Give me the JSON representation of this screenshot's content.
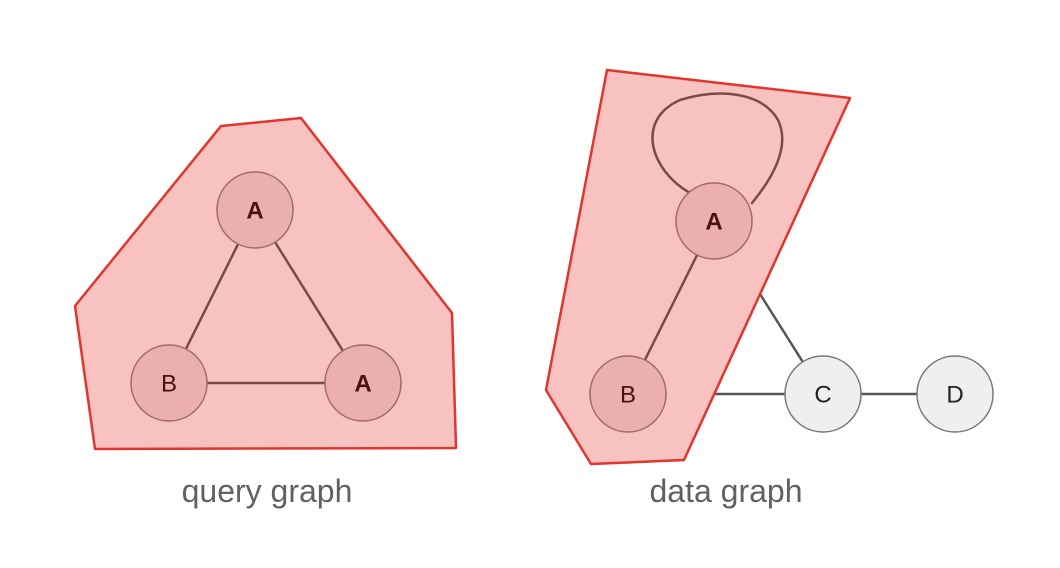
{
  "colors": {
    "region_fill": "#f8c2c0",
    "region_stroke": "#e0362c",
    "matched_node_fill": "#ebb0ae",
    "matched_node_stroke": "#9c6a68",
    "matched_edge": "#7a4a48",
    "matched_label": "#4a0f0f",
    "plain_node_fill": "#efefef",
    "plain_node_stroke": "#777777",
    "plain_edge": "#555555",
    "plain_label": "#222222",
    "caption": "#616161"
  },
  "query_graph": {
    "caption": "query graph",
    "nodes": [
      {
        "id": "q-top",
        "label": "A",
        "matched": true
      },
      {
        "id": "q-left",
        "label": "B",
        "matched": true
      },
      {
        "id": "q-right",
        "label": "A",
        "matched": true
      }
    ]
  },
  "data_graph": {
    "caption": "data graph",
    "nodes": [
      {
        "id": "d-a",
        "label": "A",
        "matched": true
      },
      {
        "id": "d-b",
        "label": "B",
        "matched": true
      },
      {
        "id": "d-c",
        "label": "C",
        "matched": false
      },
      {
        "id": "d-d",
        "label": "D",
        "matched": false
      }
    ]
  }
}
